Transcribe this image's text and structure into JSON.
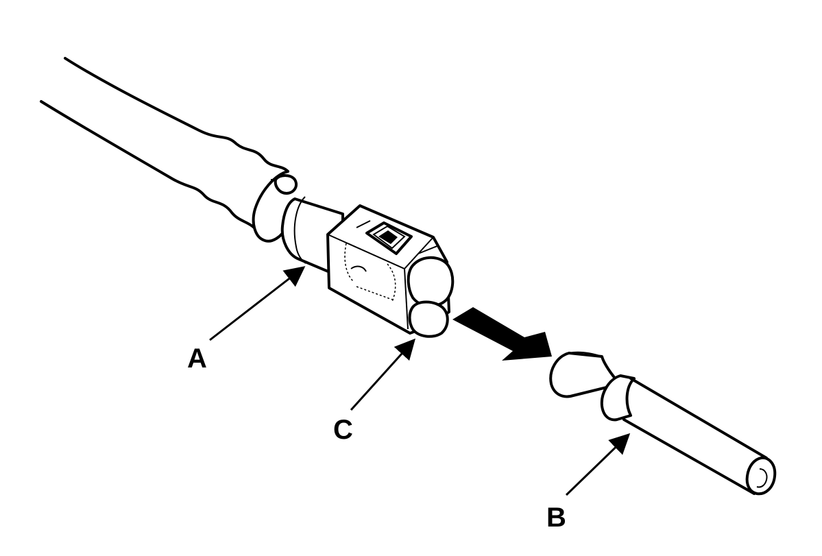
{
  "labels": {
    "a": "A",
    "b": "B",
    "c": "C"
  },
  "colors": {
    "ink": "#000000",
    "paper": "#ffffff"
  },
  "icons": {
    "direction": "arrow-right-down-icon"
  }
}
